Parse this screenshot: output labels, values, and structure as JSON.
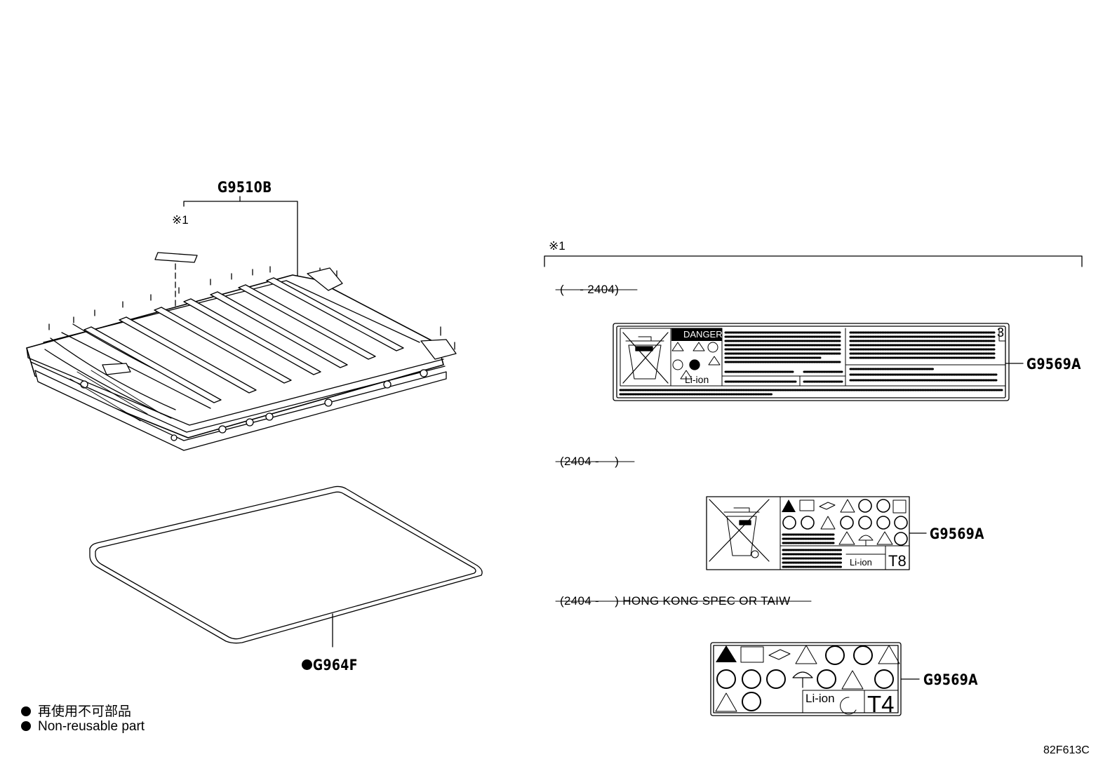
{
  "callouts": {
    "battery_part": "G9510B",
    "gasket_part": "G964F",
    "label_part_1": "G9569A",
    "label_part_2": "G9569A",
    "label_part_3": "G9569A",
    "note_ref": "※1",
    "note_ref_detail": "※1"
  },
  "sections": {
    "before": "(　 - 2404)",
    "after": "(2404 -　 )",
    "after_hk": "(2404 -　 ) HONG KONG SPEC OR TAIW"
  },
  "labels": {
    "danger": "DANGER",
    "li_ion_1": "Li-ion",
    "page_1": "3",
    "li_ion_2": "Li-ion",
    "code_2": "T8",
    "li_ion_3": "Li-ion",
    "code_3": "T4"
  },
  "legend": {
    "line_jp": "再使用不可部品",
    "line_en": "Non-reusable part"
  },
  "figure_id": "82F613C"
}
